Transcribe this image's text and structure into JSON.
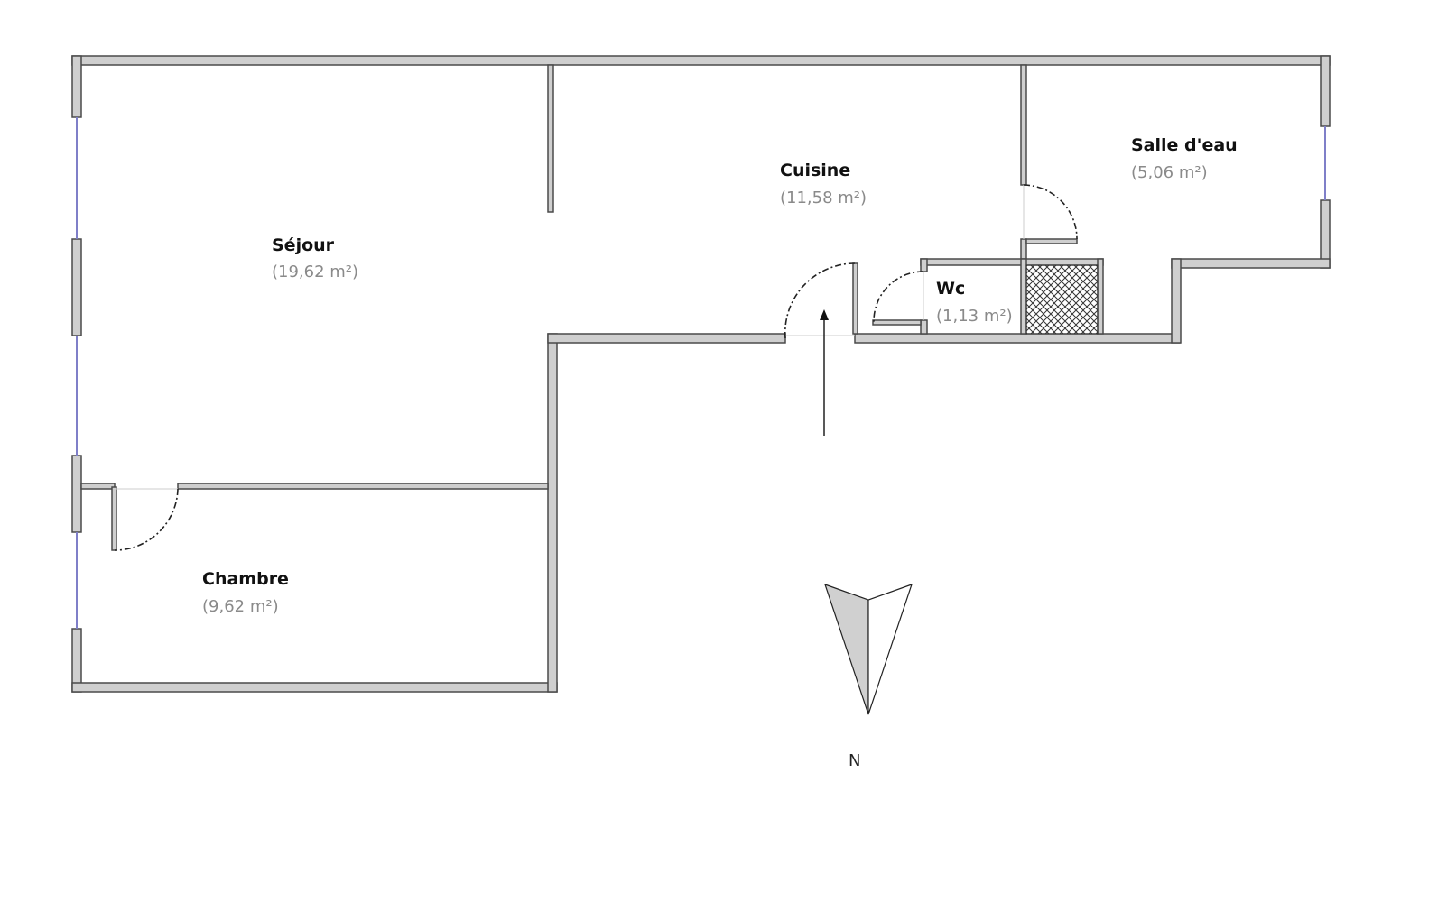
{
  "rooms": [
    {
      "name": "Séjour",
      "area": "(19,62 m²)"
    },
    {
      "name": "Cuisine",
      "area": "(11,58 m²)"
    },
    {
      "name": "Salle d'eau",
      "area": "(5,06 m²)"
    },
    {
      "name": "Wc",
      "area": "(1,13 m²)"
    },
    {
      "name": "Chambre",
      "area": "(9,62 m²)"
    }
  ],
  "compass": {
    "label": "N"
  },
  "colors": {
    "wall_fill": "#cfcfcf",
    "wall_stroke": "#4a4a4a",
    "window": "#7f7fc8"
  }
}
